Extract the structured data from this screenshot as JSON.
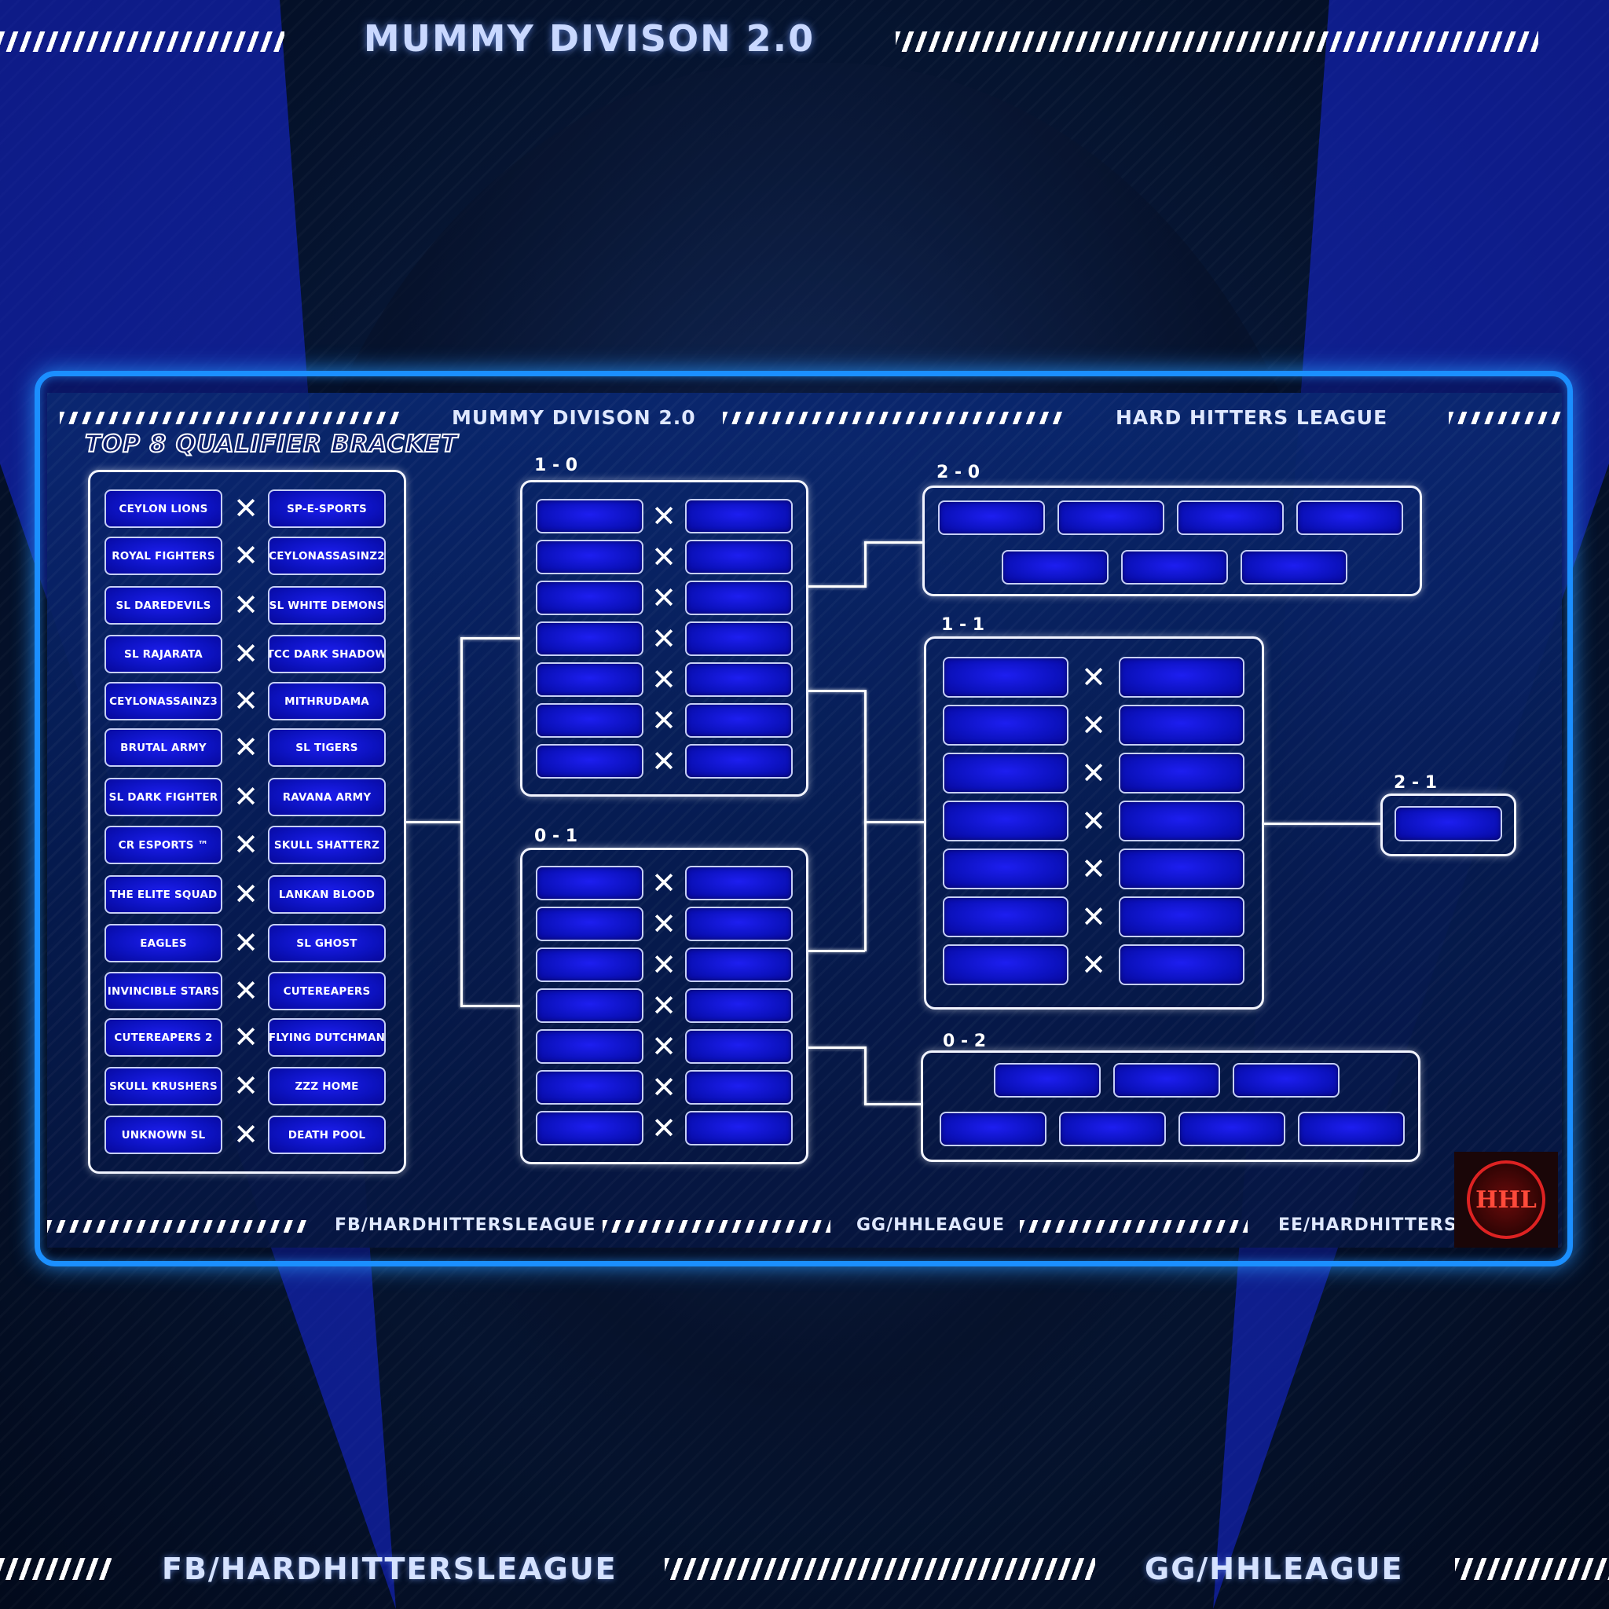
{
  "header": {
    "title": "MUMMY DIVISON 2.0"
  },
  "panel": {
    "division_name": "MUMMY DIVISON 2.0",
    "league_name": "HARD HITTERS LEAGUE",
    "subtitle": "TOP 8 QUALIFIER BRACKET"
  },
  "qualifier_matches": [
    {
      "home": "CEYLON LIONS",
      "away": "SP-E-SPORTS"
    },
    {
      "home": "ROYAL FIGHTERS",
      "away": "CEYLONASSASINZ2"
    },
    {
      "home": "SL DAREDEVILS",
      "away": "SL WHITE DEMONS"
    },
    {
      "home": "SL RAJARATA",
      "away": "TCC DARK SHADOW"
    },
    {
      "home": "CEYLONASSAINZ3",
      "away": "MITHRUDAMA"
    },
    {
      "home": "BRUTAL ARMY",
      "away": "SL TIGERS"
    },
    {
      "home": "SL DARK FIGHTER",
      "away": "RAVANA ARMY"
    },
    {
      "home": "CR ESPORTS ™",
      "away": "SKULL SHATTERZ"
    },
    {
      "home": "THE ELITE SQUAD",
      "away": "LANKAN BLOOD"
    },
    {
      "home": "EAGLES",
      "away": "SL GHOST"
    },
    {
      "home": "INVINCIBLE STARS",
      "away": "CUTEREAPERS"
    },
    {
      "home": "CUTEREAPERS 2",
      "away": "FLYING DUTCHMAN"
    },
    {
      "home": "SKULL KRUSHERS",
      "away": "ZZZ HOME"
    },
    {
      "home": "UNKNOWN SL",
      "away": "DEATH POOL"
    }
  ],
  "rounds": {
    "r_1_0": "1 - 0",
    "r_0_1": "0 - 1",
    "r_2_0": "2 - 0",
    "r_1_1": "1 - 1",
    "r_0_2": "0 - 2",
    "r_2_1": "2 - 1"
  },
  "panel_footer": {
    "facebook": "FB/HARDHITTERSLEAGUE",
    "gg": "GG/HHLEAGUE",
    "ee": "EE/HARDHITTERS"
  },
  "logo": {
    "text": "HHL",
    "icon": "dragon-logo"
  },
  "page_footer": {
    "facebook": "FB/HARDHITTERSLEAGUE",
    "gg": "GG/HHLEAGUE"
  },
  "colors": {
    "accent": "#1b8fff",
    "slot": "#0c12bf",
    "background": "#04112a",
    "logo_red": "#d22222"
  }
}
